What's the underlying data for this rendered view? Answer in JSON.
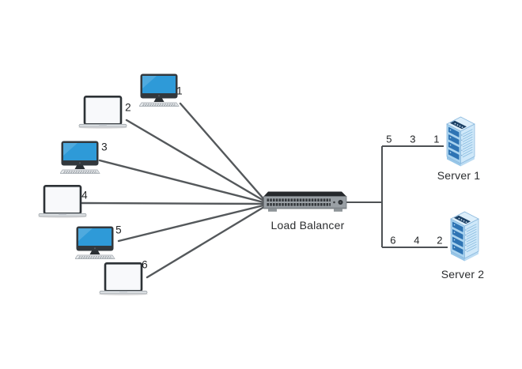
{
  "clients": [
    {
      "label": "1",
      "type": "desktop"
    },
    {
      "label": "2",
      "type": "laptop"
    },
    {
      "label": "3",
      "type": "desktop"
    },
    {
      "label": "4",
      "type": "laptop"
    },
    {
      "label": "5",
      "type": "desktop"
    },
    {
      "label": "6",
      "type": "laptop"
    }
  ],
  "load_balancer": {
    "label": "Load Balancer"
  },
  "servers": [
    {
      "label": "Server 1",
      "connection_labels": [
        "5",
        "3",
        "1"
      ]
    },
    {
      "label": "Server 2",
      "connection_labels": [
        "6",
        "4",
        "2"
      ]
    }
  ],
  "colors": {
    "connection_line": "#54585b",
    "screen_blue": "#2e9ad8",
    "monitor_frame": "#32383d",
    "server_face_light": "#cfe8f9",
    "server_face_mid": "#a9d3ef",
    "server_panel_blue": "#2e74b4",
    "server_top_navy": "#1c4166",
    "load_balancer_top": "#26292c",
    "load_balancer_body": "#9aa0a5",
    "text": "#222426",
    "background": "#ffffff"
  }
}
